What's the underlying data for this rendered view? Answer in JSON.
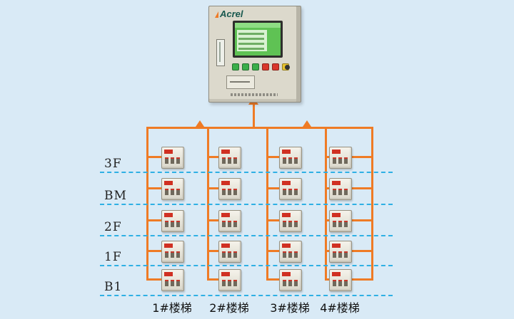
{
  "colors": {
    "background": "#d9eaf6",
    "wire_orange": "#ef7b25",
    "floor_dash_blue": "#2fb0e4",
    "screen_green": "#5fc254",
    "device_tag_red": "#d03022"
  },
  "panel": {
    "brand": "Acrel"
  },
  "floors": [
    {
      "label": "3F"
    },
    {
      "label": "BM"
    },
    {
      "label": "2F"
    },
    {
      "label": "1F"
    },
    {
      "label": "B1"
    }
  ],
  "staircases": [
    {
      "label": "1#楼梯"
    },
    {
      "label": "2#楼梯"
    },
    {
      "label": "3#楼梯"
    },
    {
      "label": "4#楼梯"
    }
  ],
  "grid": {
    "rows": 5,
    "cols": 4
  }
}
